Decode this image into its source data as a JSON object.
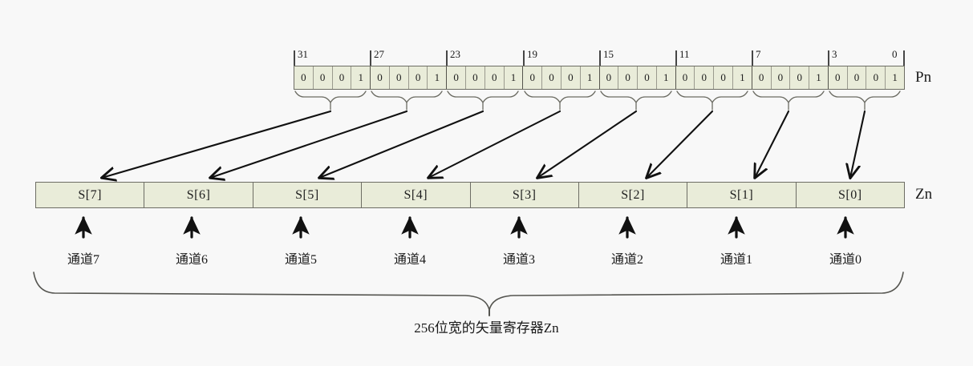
{
  "diagram": {
    "background_color": "#f8f8f8",
    "cell_fill_color": "#e9ecd9",
    "cell_border_color": "#6d6d64",
    "line_color": "#1a1a1a",
    "caption": "256位宽的矢量寄存器Zn"
  },
  "predicate_register": {
    "name": "Pn",
    "bit_count": 32,
    "bits": [
      "0",
      "0",
      "0",
      "1",
      "0",
      "0",
      "0",
      "1",
      "0",
      "0",
      "0",
      "1",
      "0",
      "0",
      "0",
      "1",
      "0",
      "0",
      "0",
      "1",
      "0",
      "0",
      "0",
      "1",
      "0",
      "0",
      "0",
      "1",
      "0",
      "0",
      "0",
      "1"
    ],
    "tick_labels": [
      "31",
      "27",
      "23",
      "19",
      "15",
      "11",
      "7",
      "3",
      "0"
    ]
  },
  "vector_register": {
    "name": "Zn",
    "lanes": [
      "S[7]",
      "S[6]",
      "S[5]",
      "S[4]",
      "S[3]",
      "S[2]",
      "S[1]",
      "S[0]"
    ]
  },
  "channels": [
    "通道7",
    "通道6",
    "通道5",
    "通道4",
    "通道3",
    "通道2",
    "通道1",
    "通道0"
  ]
}
